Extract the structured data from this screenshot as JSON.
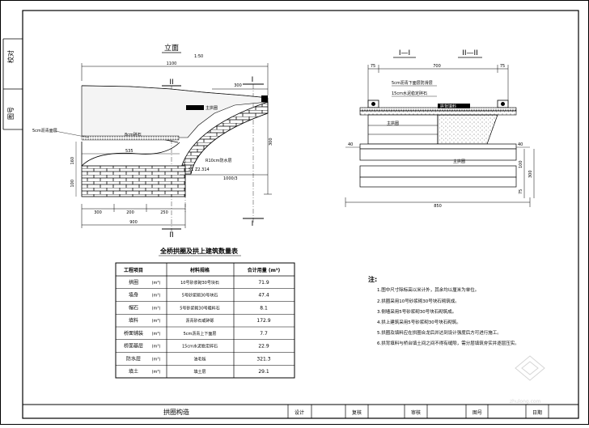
{
  "side_labels": [
    "校对",
    "图号"
  ],
  "elevation": {
    "title": "立面",
    "scale": "1:50",
    "section_marks": [
      "II",
      "I",
      "I",
      "II"
    ],
    "dim_top": "1100",
    "dim_right_top": "300",
    "dim_arch": "1000/3",
    "dim_span_left": "535",
    "dim_left_h": "160",
    "dim_left_h2": "100",
    "dim_right_h": "300",
    "dim_bottom_segments": [
      "300",
      "200",
      "250"
    ],
    "dim_bottom_total": "900",
    "callouts": [
      "5cm沥青面层",
      "8cm碎石",
      "主拱圈",
      "R10cm防水层",
      "S1 Z2.314"
    ]
  },
  "cross_section": {
    "titles": [
      "I—I",
      "II—II"
    ],
    "dim_top": "700",
    "dim_side_left": "75",
    "dim_side_right": "75",
    "callouts": [
      "5cm沥青下面层防滑层",
      "15cm水泥稳定碎石",
      "拱背填料",
      "主拱圈",
      "主拱圈"
    ],
    "dim_left": "40",
    "dim_right": "40",
    "dim_right_heights": [
      "100",
      "300",
      "75"
    ],
    "dim_bottom": "850"
  },
  "quantity_table": {
    "title": "全桥拱圈及拱上建筑数量表",
    "headers": [
      "工程项目",
      "材料规格",
      "合计用量 (m³)"
    ],
    "rows": [
      {
        "item": "拱圈",
        "unit": "(m³)",
        "spec": "10号砂浆砌30号块石",
        "qty": "71.9"
      },
      {
        "item": "墙身",
        "unit": "(m³)",
        "spec": "5号砂浆砌30号块石",
        "qty": "47.4"
      },
      {
        "item": "帽石",
        "unit": "(m³)",
        "spec": "5号砂浆砌30号粗料石",
        "qty": "8.1"
      },
      {
        "item": "填料",
        "unit": "(m³)",
        "spec": "沥青砂石或碎砾",
        "qty": "172.9"
      },
      {
        "item": "桥面铺装",
        "unit": "(m³)",
        "spec": "5cm沥青上下面层",
        "qty": "7.7"
      },
      {
        "item": "桥面基层",
        "unit": "(m³)",
        "spec": "15cm水泥稳定碎石",
        "qty": "22.9"
      },
      {
        "item": "防水层",
        "unit": "(m³)",
        "spec": "油毛毡",
        "qty": "321.3"
      },
      {
        "item": "填土",
        "unit": "(m³)",
        "spec": "填土层",
        "qty": "29.1"
      }
    ]
  },
  "notes": {
    "heading": "注:",
    "items": [
      "1.图中尺寸除标高以米计外，其余均以厘米为单位。",
      "2.拱圈采用10号砂浆砌30号块石砌筑成。",
      "3.侧墙采用5号砂浆砌30号块石砌筑成。",
      "4.拱上建筑采用5号砂浆砌30号块石砌筑。",
      "5.拱圈及填料应在拱圈合龙后并达到设计强度后方可进行施工。",
      "6.拱背填料与桥台填土间之间不得有缝隙，需分层填筑夯实并逐层压实。"
    ]
  },
  "title_block": {
    "drawing_name": "拱圈构造",
    "design": "设计",
    "check": "复核",
    "review": "审核",
    "drawing_no": "图号",
    "date": "日期"
  },
  "watermark": "zhulong.com"
}
